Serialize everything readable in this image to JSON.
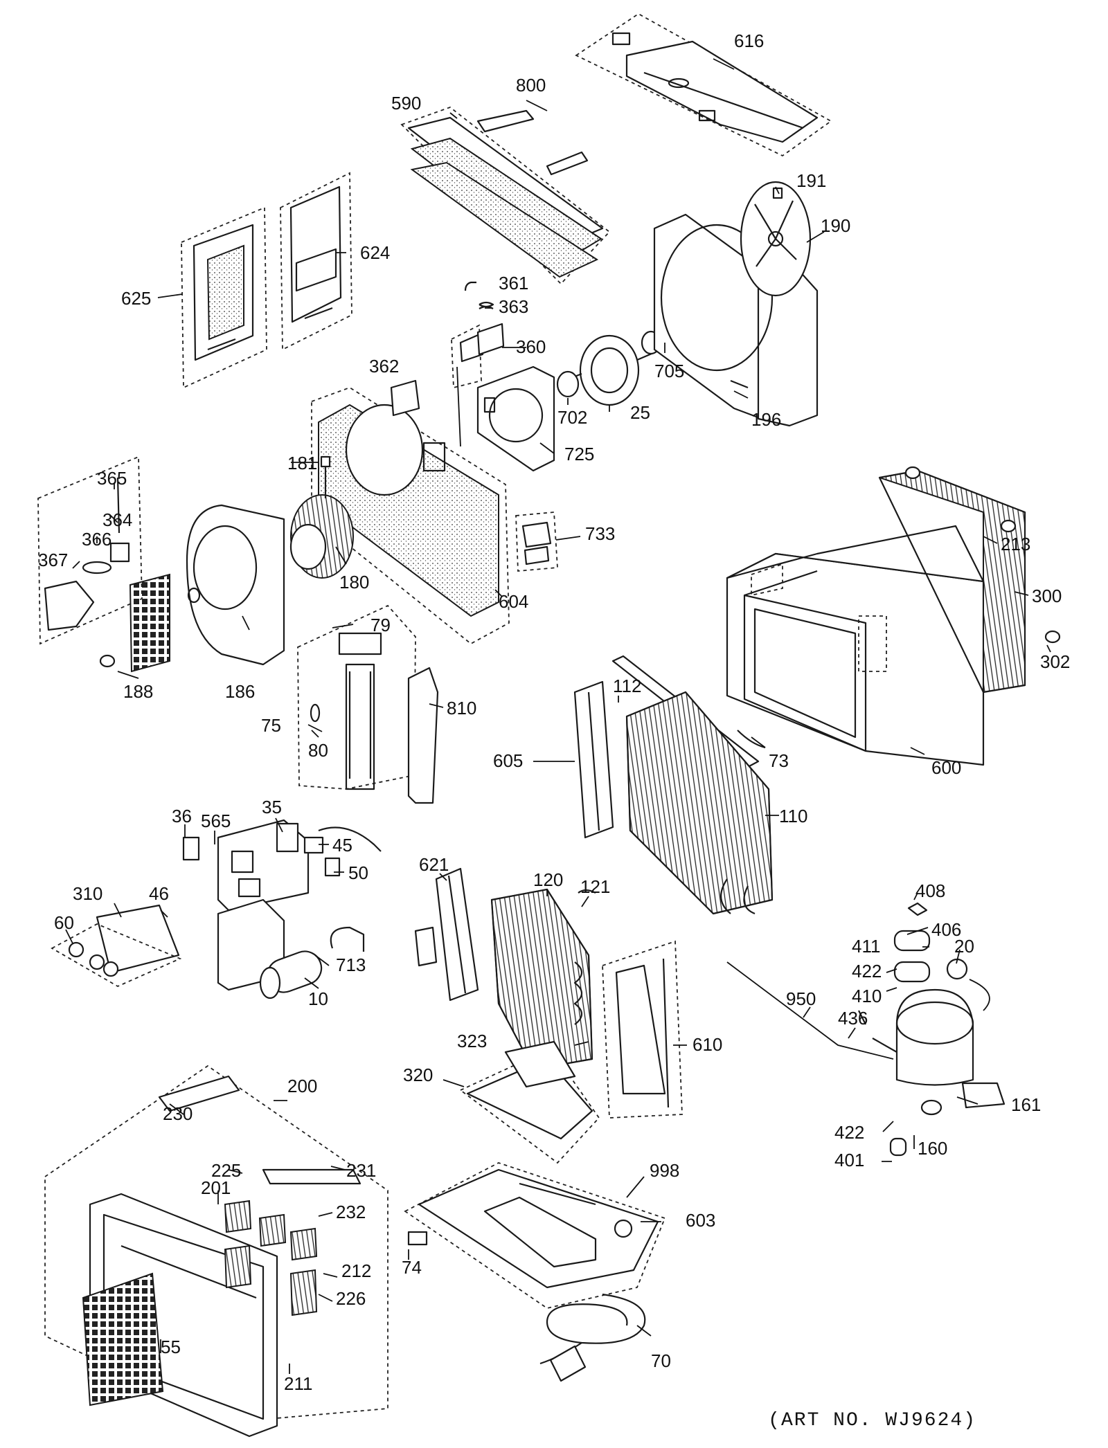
{
  "caption": "(ART NO. WJ9624)",
  "labels": [
    {
      "id": "616",
      "text": "616"
    },
    {
      "id": "800",
      "text": "800"
    },
    {
      "id": "590",
      "text": "590"
    },
    {
      "id": "191",
      "text": "191"
    },
    {
      "id": "190",
      "text": "190"
    },
    {
      "id": "624",
      "text": "624"
    },
    {
      "id": "625",
      "text": "625"
    },
    {
      "id": "361",
      "text": "361"
    },
    {
      "id": "363",
      "text": "363"
    },
    {
      "id": "360",
      "text": "360"
    },
    {
      "id": "362",
      "text": "362"
    },
    {
      "id": "705",
      "text": "705"
    },
    {
      "id": "702",
      "text": "702"
    },
    {
      "id": "25",
      "text": "25"
    },
    {
      "id": "196",
      "text": "196"
    },
    {
      "id": "725",
      "text": "725"
    },
    {
      "id": "181",
      "text": "181"
    },
    {
      "id": "365",
      "text": "365"
    },
    {
      "id": "364",
      "text": "364"
    },
    {
      "id": "366",
      "text": "366"
    },
    {
      "id": "367",
      "text": "367"
    },
    {
      "id": "180",
      "text": "180"
    },
    {
      "id": "604",
      "text": "604"
    },
    {
      "id": "733",
      "text": "733"
    },
    {
      "id": "213",
      "text": "213"
    },
    {
      "id": "300",
      "text": "300"
    },
    {
      "id": "302",
      "text": "302"
    },
    {
      "id": "79",
      "text": "79"
    },
    {
      "id": "188",
      "text": "188"
    },
    {
      "id": "186",
      "text": "186"
    },
    {
      "id": "75",
      "text": "75"
    },
    {
      "id": "80",
      "text": "80"
    },
    {
      "id": "810",
      "text": "810"
    },
    {
      "id": "112",
      "text": "112"
    },
    {
      "id": "73",
      "text": "73"
    },
    {
      "id": "600",
      "text": "600"
    },
    {
      "id": "605",
      "text": "605"
    },
    {
      "id": "110",
      "text": "110"
    },
    {
      "id": "36",
      "text": "36"
    },
    {
      "id": "565",
      "text": "565"
    },
    {
      "id": "35",
      "text": "35"
    },
    {
      "id": "45",
      "text": "45"
    },
    {
      "id": "50",
      "text": "50"
    },
    {
      "id": "621",
      "text": "621"
    },
    {
      "id": "120",
      "text": "120"
    },
    {
      "id": "121",
      "text": "121"
    },
    {
      "id": "408",
      "text": "408"
    },
    {
      "id": "406",
      "text": "406"
    },
    {
      "id": "411",
      "text": "411"
    },
    {
      "id": "20",
      "text": "20"
    },
    {
      "id": "310",
      "text": "310"
    },
    {
      "id": "46",
      "text": "46"
    },
    {
      "id": "60",
      "text": "60"
    },
    {
      "id": "713",
      "text": "713"
    },
    {
      "id": "422a",
      "text": "422"
    },
    {
      "id": "410",
      "text": "410"
    },
    {
      "id": "10",
      "text": "10"
    },
    {
      "id": "950",
      "text": "950"
    },
    {
      "id": "436",
      "text": "436"
    },
    {
      "id": "610",
      "text": "610"
    },
    {
      "id": "323",
      "text": "323"
    },
    {
      "id": "200",
      "text": "200"
    },
    {
      "id": "320",
      "text": "320"
    },
    {
      "id": "161",
      "text": "161"
    },
    {
      "id": "230",
      "text": "230"
    },
    {
      "id": "422b",
      "text": "422"
    },
    {
      "id": "160",
      "text": "160"
    },
    {
      "id": "401",
      "text": "401"
    },
    {
      "id": "998",
      "text": "998"
    },
    {
      "id": "225",
      "text": "225"
    },
    {
      "id": "231",
      "text": "231"
    },
    {
      "id": "201",
      "text": "201"
    },
    {
      "id": "232",
      "text": "232"
    },
    {
      "id": "603",
      "text": "603"
    },
    {
      "id": "74",
      "text": "74"
    },
    {
      "id": "212",
      "text": "212"
    },
    {
      "id": "226",
      "text": "226"
    },
    {
      "id": "55",
      "text": "55"
    },
    {
      "id": "70",
      "text": "70"
    },
    {
      "id": "211",
      "text": "211"
    }
  ]
}
